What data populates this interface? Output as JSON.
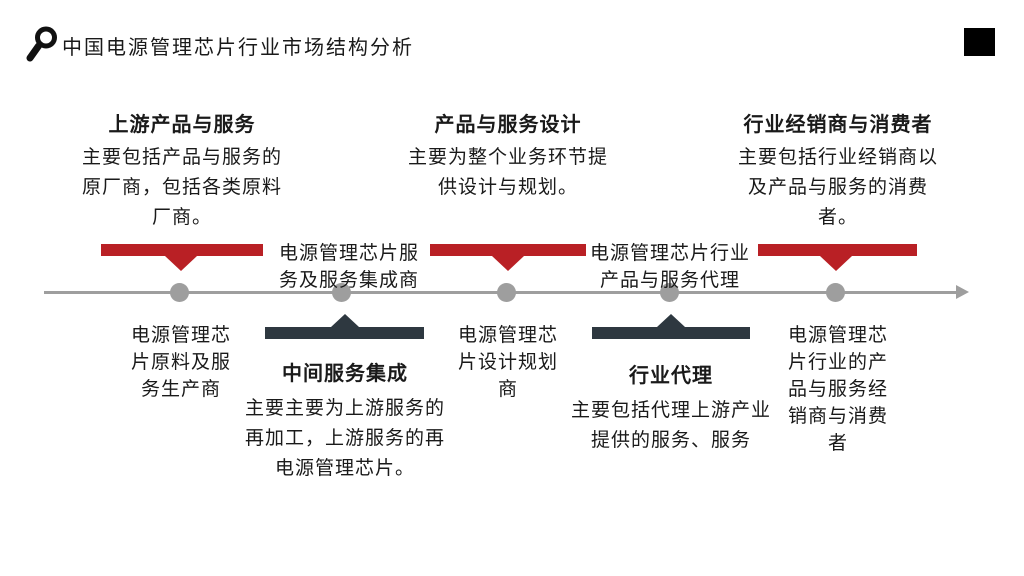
{
  "slide": {
    "title": "中国电源管理芯片行业市场结构分析"
  },
  "colors": {
    "accent_red": "#b92025",
    "accent_dark": "#2e3840",
    "line_gray": "#9e9e9e",
    "text": "#1a1a1a",
    "corner_square": "#000000"
  },
  "top_stages": [
    {
      "title": "上游产品与服务",
      "desc_lines": [
        "主要包括产品与服务的",
        "原厂商，包括各类原料",
        "厂商。"
      ]
    },
    {
      "title": "产品与服务设计",
      "desc_lines": [
        "主要为整个业务环节提",
        "供设计与规划。"
      ]
    },
    {
      "title": "行业经销商与消费者",
      "desc_lines": [
        "主要包括行业经销商以",
        "及产品与服务的消费",
        "者。"
      ]
    }
  ],
  "bottom_stages": [
    {
      "title": "中间服务集成",
      "desc_lines": [
        "主要主要为上游服务的",
        "再加工，上游服务的再",
        "电源管理芯片。"
      ]
    },
    {
      "title": "行业代理",
      "desc_lines": [
        "主要包括代理上游产业",
        "提供的服务、服务"
      ]
    }
  ],
  "labels_above": [
    {
      "lines": [
        "电源管理芯片服",
        "务及服务集成商"
      ]
    },
    {
      "lines": [
        "电源管理芯片行业",
        "产品与服务代理"
      ]
    }
  ],
  "labels_below": [
    {
      "lines": [
        "电源管理芯",
        "片原料及服",
        "务生产商"
      ]
    },
    {
      "lines": [
        "电源管理芯",
        "片设计规划",
        "商"
      ]
    },
    {
      "lines": [
        "电源管理芯",
        "片行业的产",
        "品与服务经",
        "销商与消费",
        "者"
      ]
    }
  ]
}
